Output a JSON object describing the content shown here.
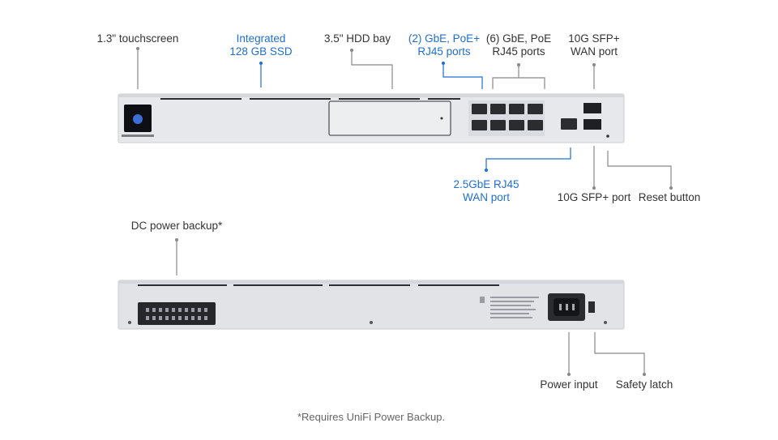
{
  "labels": {
    "touchscreen": "1.3\" touchscreen",
    "ssd_line1": "Integrated",
    "ssd_line2": "128 GB SSD",
    "hdd": "3.5\" HDD bay",
    "poe_line1": "(2) GbE, PoE+",
    "poe_line2": "RJ45 ports",
    "gbe6_line1": "(6) GbE, PoE",
    "gbe6_line2": "RJ45 ports",
    "sfp_wan_line1": "10G SFP+",
    "sfp_wan_line2": "WAN port",
    "wan25_line1": "2.5GbE RJ45",
    "wan25_line2": "WAN port",
    "sfp_port": "10G SFP+ port",
    "reset": "Reset button",
    "dc_backup": "DC power backup*",
    "power_input": "Power input",
    "safety_latch": "Safety latch"
  },
  "footnote": "*Requires UniFi Power Backup.",
  "colors": {
    "accent_blue": "#1f6fd1",
    "gray_line": "#888888",
    "chassis": "#e4e6e9"
  }
}
